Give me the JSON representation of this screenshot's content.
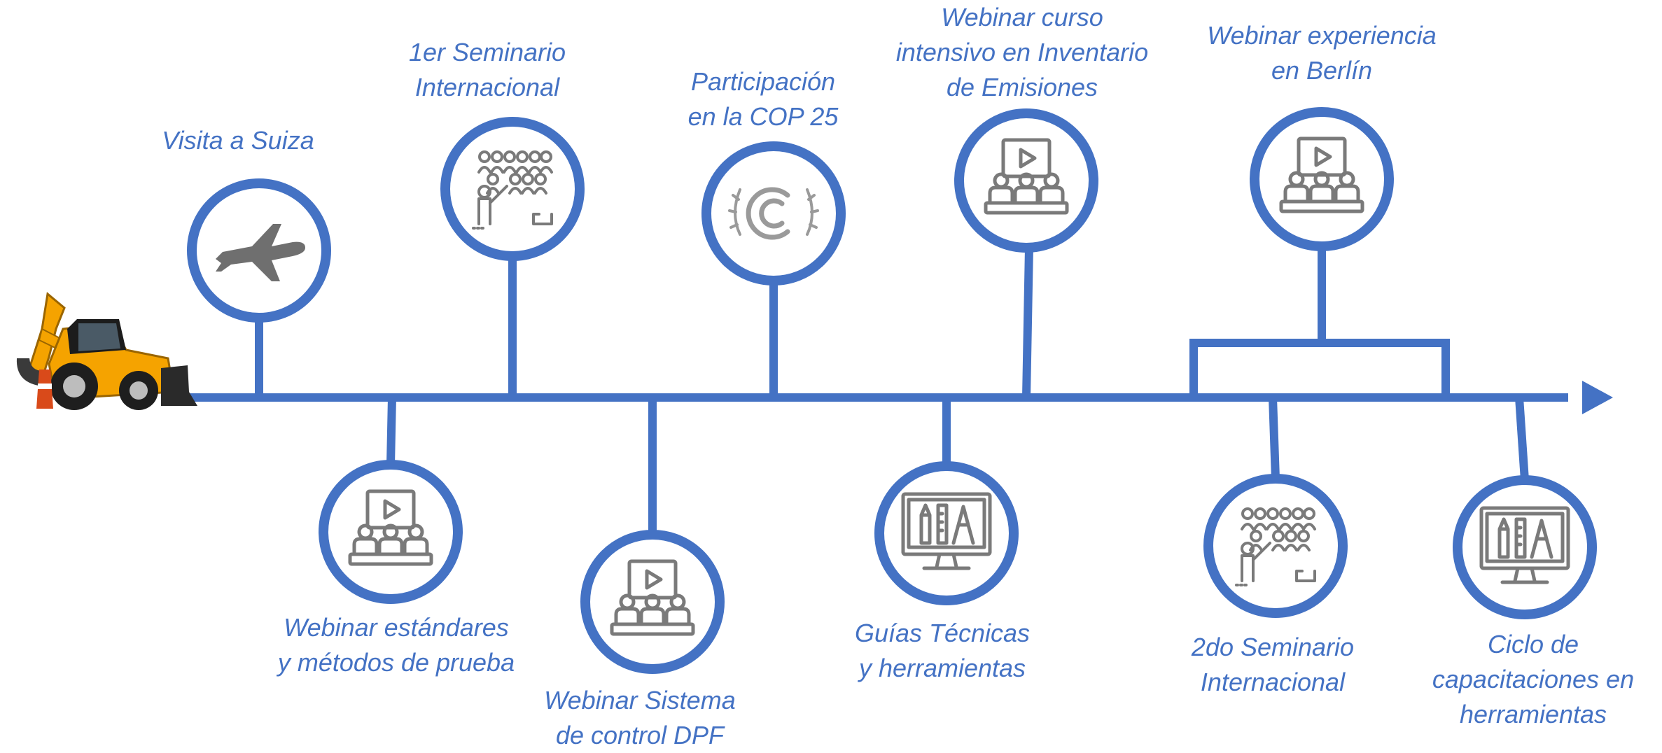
{
  "colors": {
    "timeline": "#4472C4",
    "icon": "#7a7a7a",
    "background": "#ffffff"
  },
  "start_icon": "backhoe-loader-icon",
  "events": [
    {
      "id": "visita-suiza",
      "position": "above",
      "icon": "airplane-icon",
      "label": [
        "Visita a Suiza"
      ]
    },
    {
      "id": "webinar-estandares",
      "position": "below",
      "icon": "webinar-icon",
      "label": [
        "Webinar estándares",
        "y métodos de prueba"
      ]
    },
    {
      "id": "seminario-1",
      "position": "above",
      "icon": "seminar-audience-icon",
      "label": [
        "1er Seminario",
        "Internacional"
      ]
    },
    {
      "id": "webinar-dpf",
      "position": "below",
      "icon": "webinar-icon",
      "label": [
        "Webinar Sistema",
        "de control DPF"
      ]
    },
    {
      "id": "cop25",
      "position": "above",
      "icon": "unfccc-logo-icon",
      "label": [
        "Participación",
        "en la COP 25"
      ]
    },
    {
      "id": "guias-tecnicas",
      "position": "below",
      "icon": "monitor-design-tools-icon",
      "label": [
        "Guías Técnicas",
        "y herramientas"
      ]
    },
    {
      "id": "webinar-inventario",
      "position": "above",
      "icon": "webinar-icon",
      "label": [
        "Webinar curso",
        "intensivo en Inventario",
        "de Emisiones"
      ]
    },
    {
      "id": "webinar-berlin",
      "position": "above",
      "icon": "webinar-icon",
      "label": [
        "Webinar experiencia",
        "en Berlín"
      ]
    },
    {
      "id": "seminario-2",
      "position": "below",
      "icon": "seminar-audience-icon",
      "label": [
        "2do Seminario",
        "Internacional"
      ]
    },
    {
      "id": "ciclo-capacitaciones",
      "position": "below",
      "icon": "monitor-design-tools-icon",
      "label": [
        "Ciclo de",
        "capacitaciones  en",
        "herramientas"
      ]
    }
  ]
}
